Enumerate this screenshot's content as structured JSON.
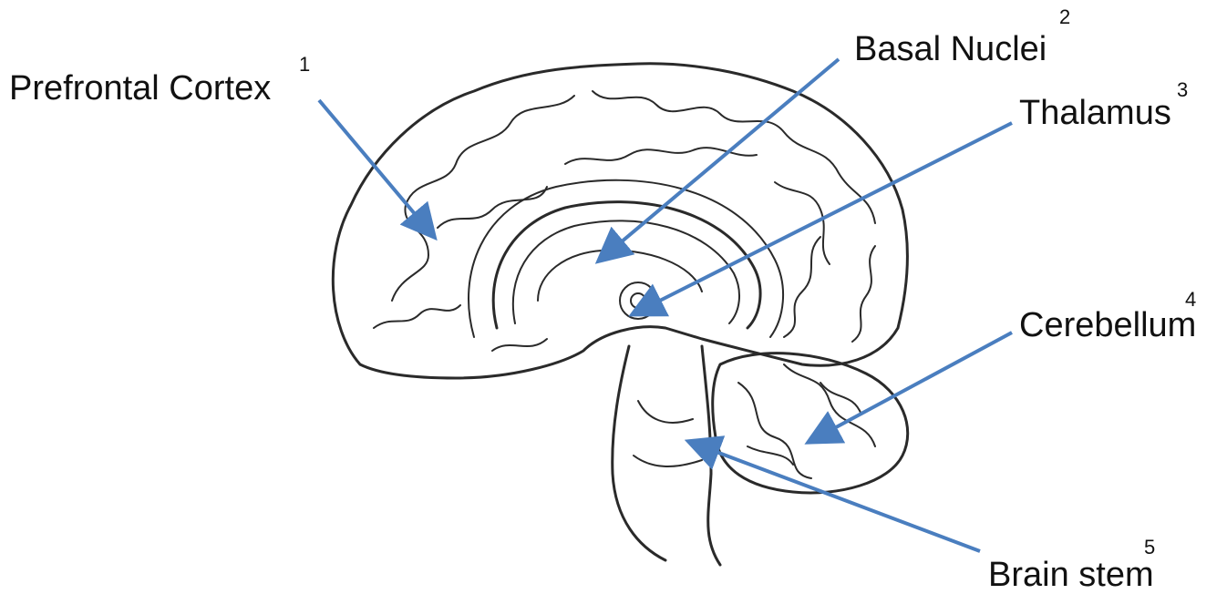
{
  "labels": [
    {
      "id": "prefrontal",
      "text": "Prefrontal Cortex",
      "number": "1"
    },
    {
      "id": "basal",
      "text": "Basal Nuclei",
      "number": "2"
    },
    {
      "id": "thalamus",
      "text": "Thalamus",
      "number": "3"
    },
    {
      "id": "cerebellum",
      "text": "Cerebellum",
      "number": "4"
    },
    {
      "id": "brainstem",
      "text": "Brain stem",
      "number": "5"
    }
  ],
  "colors": {
    "arrow": "#4a7ebf",
    "sketch": "#2a2a2a",
    "background": "#ffffff"
  }
}
